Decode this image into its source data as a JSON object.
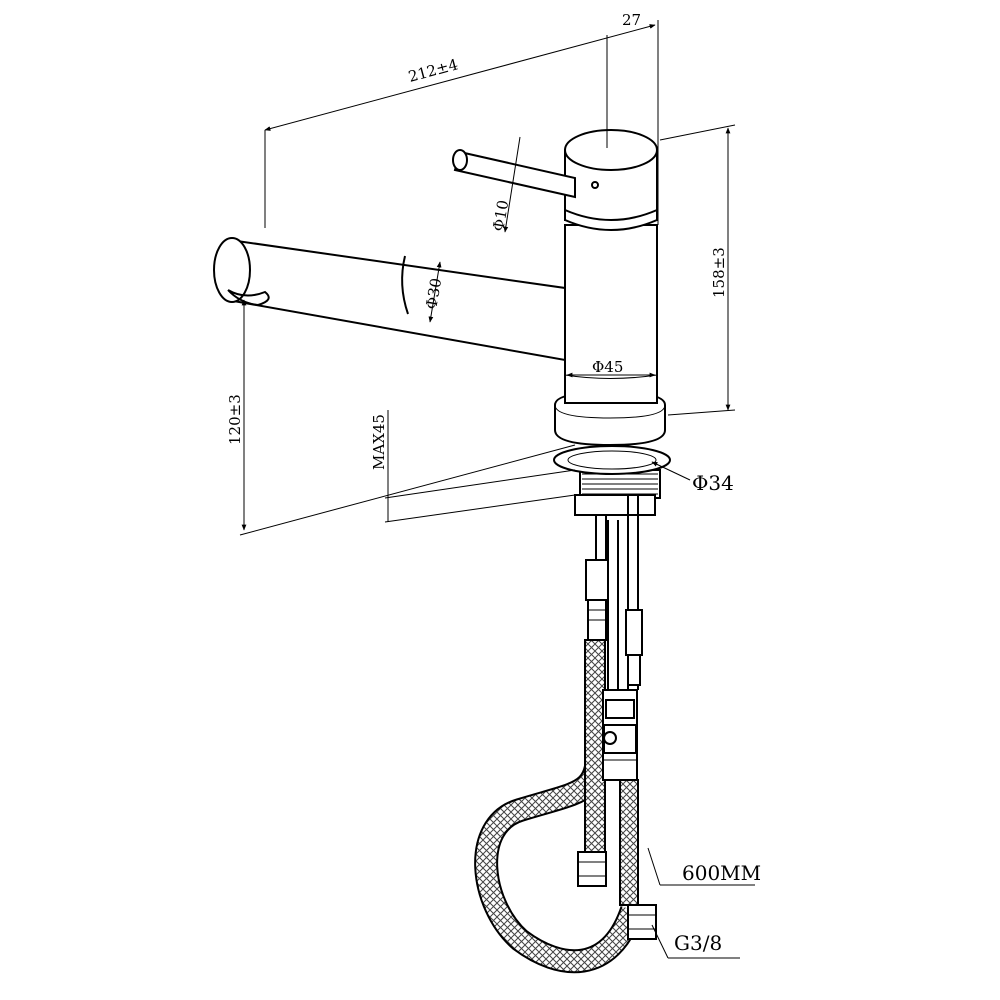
{
  "dimensions": {
    "spout_reach": "212±4",
    "handle_width": "27",
    "lever_diameter": "Φ10",
    "spout_diameter": "Φ30",
    "body_diameter": "Φ45",
    "total_height": "158±3",
    "spout_height": "120±3",
    "max_deck_thickness": "MAX45"
  },
  "labels": {
    "mount_diameter": "Φ34",
    "hose_length": "600MM",
    "thread": "G3/8"
  }
}
